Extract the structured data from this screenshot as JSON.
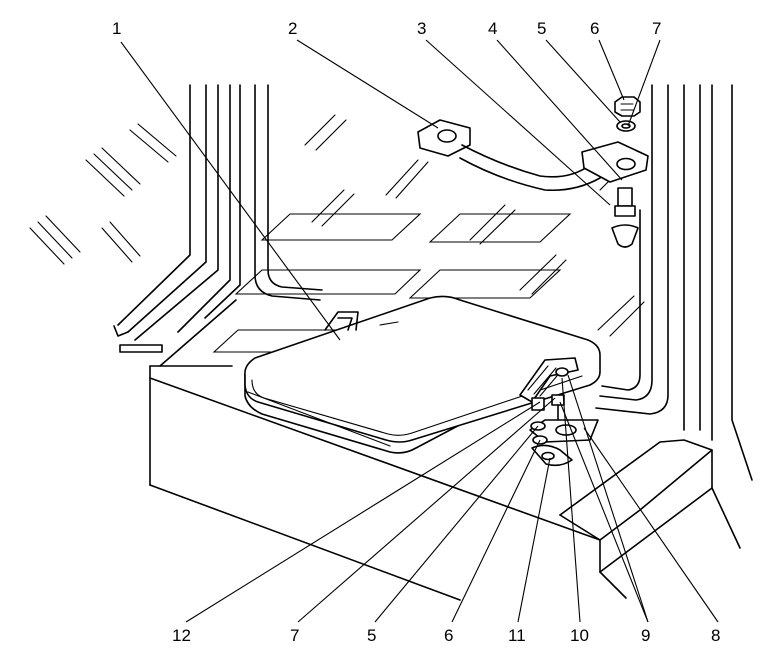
{
  "callouts_top": [
    {
      "id": "1",
      "label": "1"
    },
    {
      "id": "2",
      "label": "2"
    },
    {
      "id": "3",
      "label": "3"
    },
    {
      "id": "4",
      "label": "4"
    },
    {
      "id": "5",
      "label": "5"
    },
    {
      "id": "6",
      "label": "6"
    },
    {
      "id": "7",
      "label": "7"
    }
  ],
  "callouts_bottom": [
    {
      "id": "12",
      "label": "12"
    },
    {
      "id": "7b",
      "label": "7"
    },
    {
      "id": "5b",
      "label": "5"
    },
    {
      "id": "6b",
      "label": "6"
    },
    {
      "id": "11",
      "label": "11"
    },
    {
      "id": "10",
      "label": "10"
    },
    {
      "id": "9",
      "label": "9"
    },
    {
      "id": "8",
      "label": "8"
    }
  ]
}
